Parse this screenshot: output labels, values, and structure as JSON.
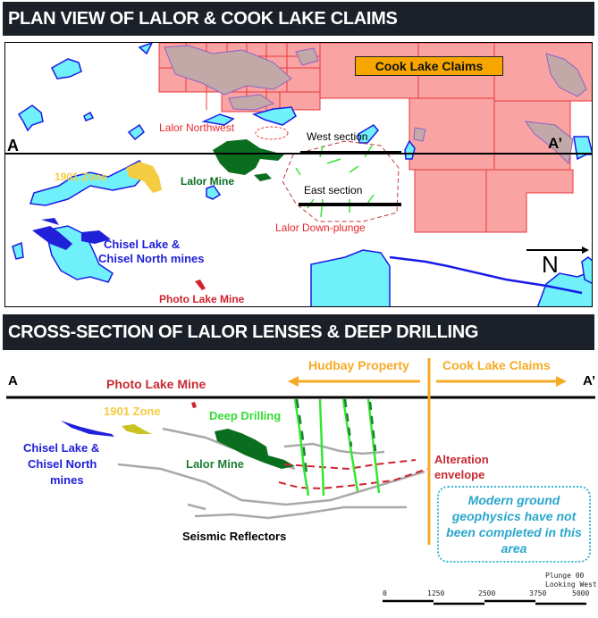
{
  "plan_view": {
    "title": "PLAN VIEW OF LALOR & COOK LAKE CLAIMS",
    "labels": {
      "cook_lake_claims": "Cook Lake Claims",
      "section_start": "A",
      "section_end": "A’",
      "lalor_northwest": "Lalor Northwest",
      "west_section": "West section",
      "east_section": "East section",
      "zone_1901": "1901 Zone",
      "lalor_mine": "Lalor Mine",
      "lalor_down_plunge": "Lalor Down-plunge",
      "chisel_line1": "Chisel Lake &",
      "chisel_line2": "Chisel North mines",
      "photo_lake_mine": "Photo Lake Mine",
      "north_arrow": "N"
    }
  },
  "cross_section": {
    "title": "CROSS-SECTION OF LALOR LENSES & DEEP DRILLING",
    "labels": {
      "section_start": "A",
      "section_end": "A’",
      "photo_lake_mine": "Photo Lake Mine",
      "hudbay_property": "Hudbay Property",
      "cook_lake_claims": "Cook Lake Claims",
      "zone_1901": "1901 Zone",
      "deep_drilling": "Deep Drilling",
      "chisel_line1": "Chisel Lake &",
      "chisel_line2": "Chisel North",
      "chisel_line3": "mines",
      "lalor_mine": "Lalor Mine",
      "alteration_line1": "Alteration",
      "alteration_line2": "envelope",
      "seismic_reflectors": "Seismic Reflectors",
      "geophysics_note": "Modern ground geophysics have not been completed in this area"
    },
    "scale_bar": {
      "plunge": "Plunge 00",
      "looking": "Looking West",
      "ticks": [
        "0",
        "1250",
        "2500",
        "3750",
        "5000"
      ]
    }
  },
  "colors": {
    "banner_bg": "#1c2028",
    "claims_fill": "#f9a3a3",
    "claims_line": "#e83a3a",
    "lake_fill": "#6ff0fb",
    "lake_outline": "#1a1ae6",
    "lalor": "#0a6e1f",
    "zone_1901": "#f4cc42",
    "chisel": "#2020d8",
    "photo_lake": "#d0232e",
    "drill": "#33e633",
    "orange": "#f6aa25",
    "note_blue": "#2aa6cc"
  }
}
